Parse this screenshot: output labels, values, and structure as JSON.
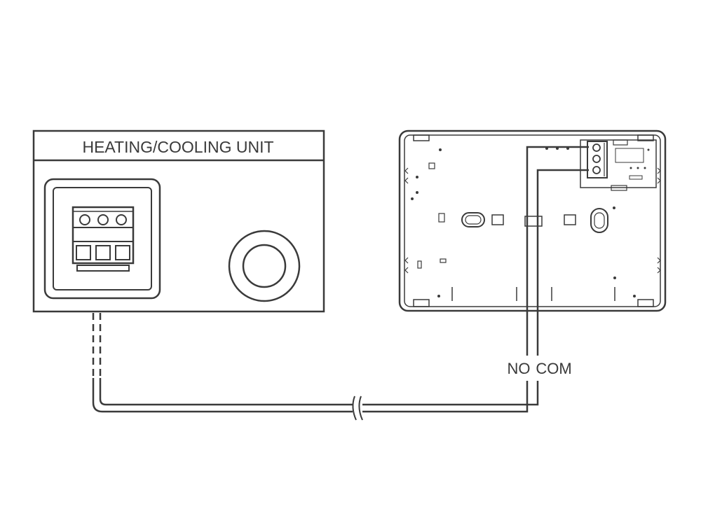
{
  "diagram": {
    "heating_unit": {
      "title": "HEATING/COOLING UNIT"
    },
    "terminals": {
      "no_label": "NO",
      "com_label": "COM"
    },
    "colors": {
      "line": "#3a3a3a",
      "background": "#ffffff"
    }
  }
}
